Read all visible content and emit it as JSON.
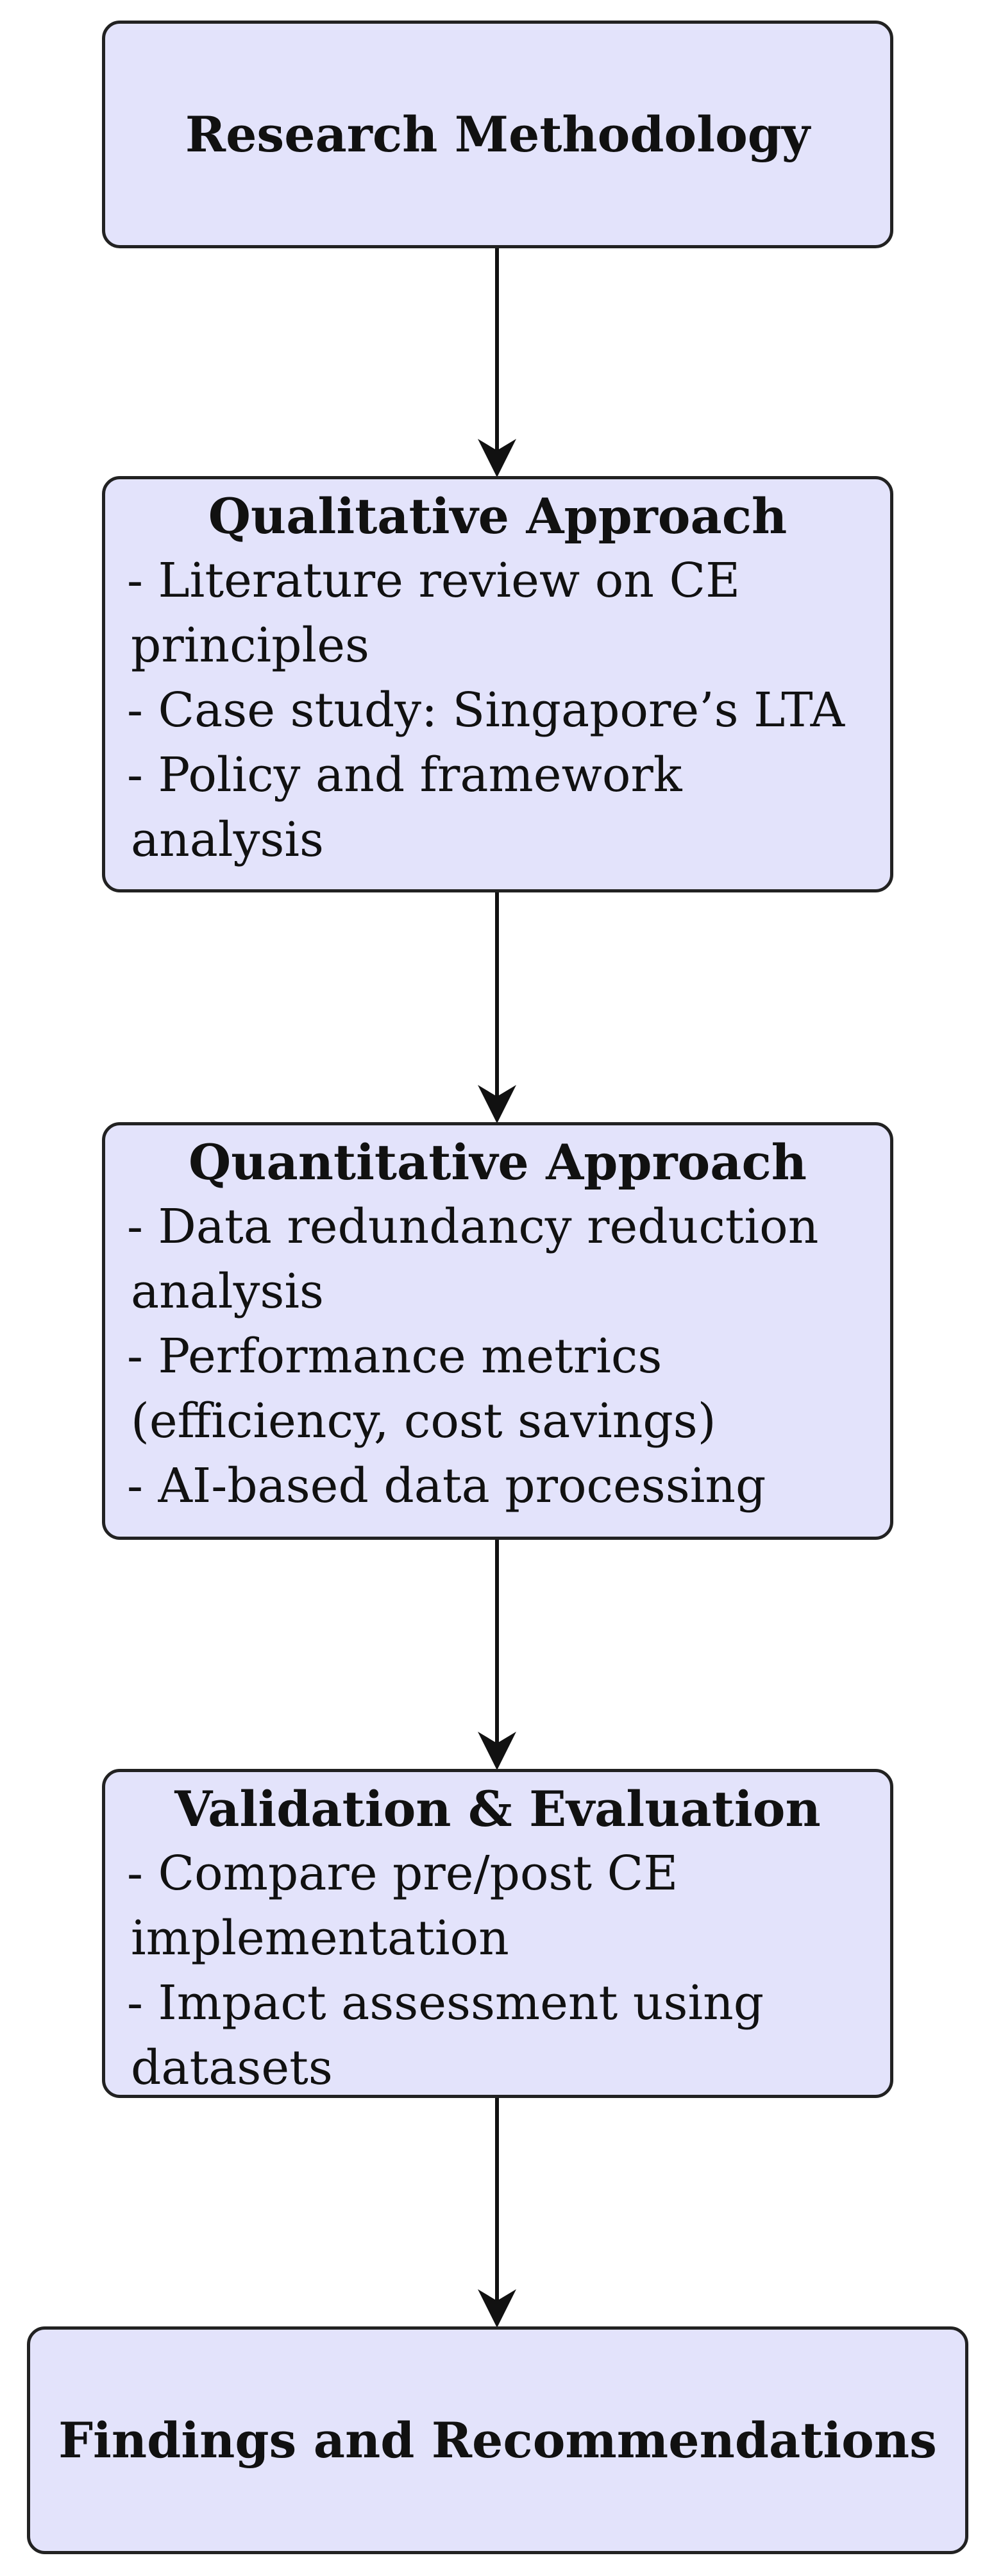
{
  "nodes": {
    "methodology": {
      "title": "Research Methodology"
    },
    "qualitative": {
      "title": "Qualitative Approach",
      "lines": [
        "- Literature review on CE",
        "principles",
        "- Case study: Singapore’s LTA",
        "- Policy and framework",
        "analysis"
      ]
    },
    "quantitative": {
      "title": "Quantitative Approach",
      "lines": [
        "- Data redundancy reduction",
        "analysis",
        "- Performance metrics",
        "(efficiency, cost savings)",
        "- AI-based data processing"
      ]
    },
    "validation": {
      "title": "Validation & Evaluation",
      "lines": [
        "- Compare pre/post CE",
        "implementation",
        "- Impact assessment using",
        "datasets"
      ]
    },
    "findings": {
      "title": "Findings and Recommendations"
    }
  },
  "colors": {
    "node_fill": "#e3e3fb",
    "border": "#222222",
    "arrow": "#111111"
  }
}
